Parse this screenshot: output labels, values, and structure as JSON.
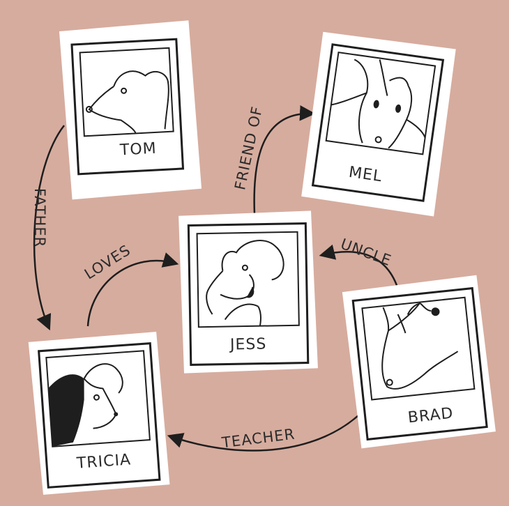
{
  "colors": {
    "background": "#d6ac9e",
    "card": "#ffffff",
    "ink": "#1e1e1e"
  },
  "people": [
    {
      "id": "tom",
      "name": "TOM",
      "portrait": "mouse-face-icon"
    },
    {
      "id": "mel",
      "name": "MEL",
      "portrait": "dog-face-icon"
    },
    {
      "id": "jess",
      "name": "JESS",
      "portrait": "mouse-face-icon"
    },
    {
      "id": "tricia",
      "name": "TRICIA",
      "portrait": "dog-face-icon"
    },
    {
      "id": "brad",
      "name": "BRAD",
      "portrait": "horse-face-icon"
    }
  ],
  "relations": [
    {
      "from": "tom",
      "to": "tricia",
      "label": "FATHER"
    },
    {
      "from": "tricia",
      "to": "jess",
      "label": "LOVES"
    },
    {
      "from": "jess",
      "to": "mel",
      "label": "FRIEND OF"
    },
    {
      "from": "brad",
      "to": "jess",
      "label": "UNCLE"
    },
    {
      "from": "brad",
      "to": "tricia",
      "label": "TEACHER"
    }
  ]
}
